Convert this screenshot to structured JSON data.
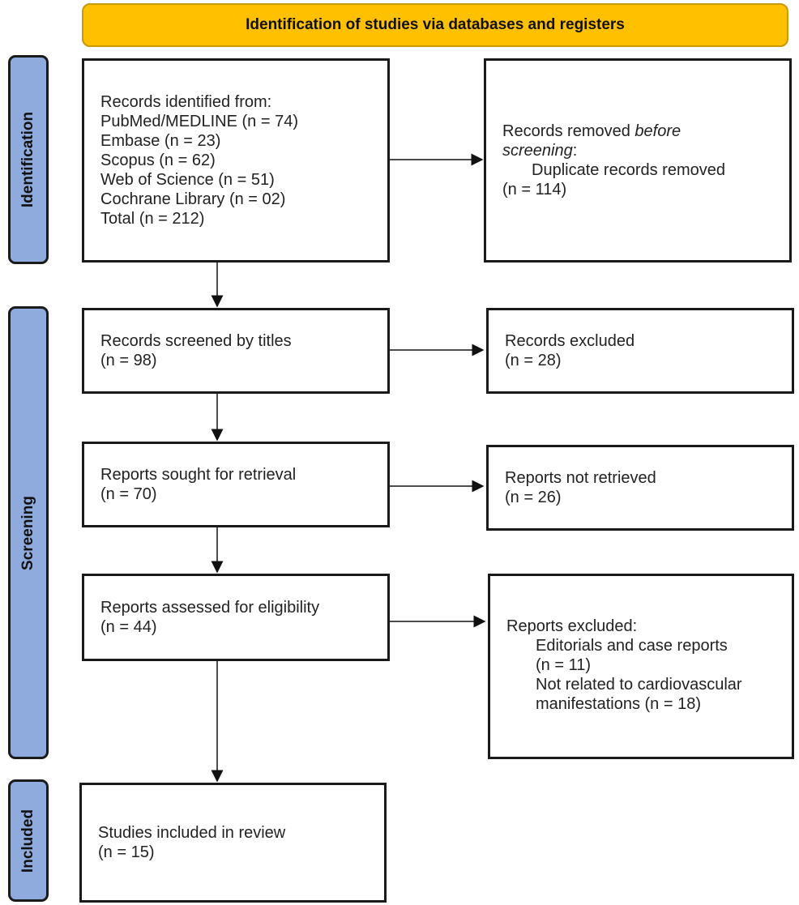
{
  "header": "Identification of studies via databases and registers",
  "phases": {
    "identification": "Identification",
    "screening": "Screening",
    "included": "Included"
  },
  "identified": {
    "title": "Records identified from:",
    "lines": [
      "PubMed/MEDLINE (n = 74)",
      "Embase (n = 23)",
      "Scopus (n = 62)",
      "Web of Science (n = 51)",
      "Cochrane Library (n = 02)",
      "Total (n = 212)"
    ]
  },
  "removed": {
    "prefix": "Records removed ",
    "italic1": "before",
    "italic2": "screening",
    "suffix": ":",
    "item": "Duplicate records removed",
    "count": "(n = 114)"
  },
  "screened": {
    "label": "Records screened by titles",
    "count": "(n = 98)"
  },
  "excluded": {
    "label": "Records excluded",
    "count": "(n = 28)"
  },
  "sought": {
    "label": "Reports sought for retrieval",
    "count": "(n = 70)"
  },
  "not_retrieved": {
    "label": "Reports not retrieved",
    "count": "(n = 26)"
  },
  "assessed": {
    "label": "Reports assessed for eligibility",
    "count": "(n = 44)"
  },
  "reports_excluded": {
    "label": "Reports excluded:",
    "reason1": "Editorials and case reports",
    "count1": "(n = 11)",
    "reason2a": "Not related to cardiovascular",
    "reason2b": "manifestations (n = 18)"
  },
  "included": {
    "label": "Studies included in review",
    "count": "(n = 15)"
  },
  "colors": {
    "header": "#FFC000",
    "phase": "#8FAADC"
  }
}
